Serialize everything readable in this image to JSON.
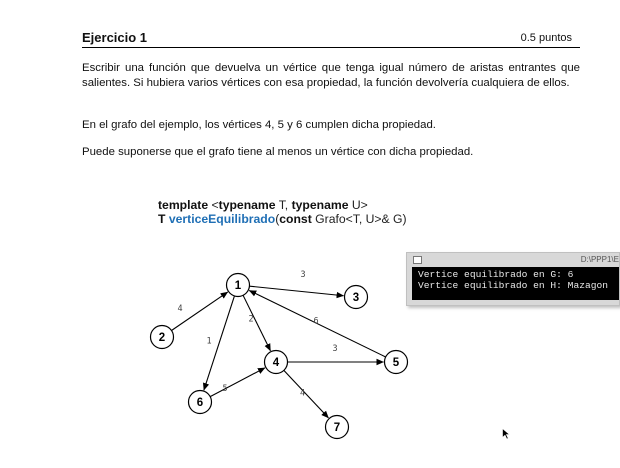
{
  "header": {
    "title": "Ejercicio 1",
    "points": "0.5 puntos"
  },
  "paragraphs": [
    "Escribir una función que devuelva un vértice que tenga igual número de aristas entrantes que salientes. Si hubiera varios vértices con esa propiedad, la función devolvería cualquiera de ellos.",
    "En el grafo del ejemplo, los vértices 4, 5 y 6 cumplen dicha propiedad.",
    "Puede suponerse que el grafo tiene al menos un vértice con dicha propiedad."
  ],
  "code": {
    "line1": {
      "kw1": "template",
      "lt": " <",
      "kw2": "typename",
      "t": " T, ",
      "kw3": "typename",
      "u": " U>"
    },
    "line2": {
      "t": "T ",
      "fn": "verticeEquilibrado",
      "paren": "(",
      "kw": "const",
      "rest": " Grafo<T, U>& G)"
    }
  },
  "graph": {
    "nodes": [
      "1",
      "2",
      "3",
      "4",
      "5",
      "6",
      "7"
    ],
    "edges": [
      {
        "from": "2",
        "to": "1",
        "weight": "4"
      },
      {
        "from": "1",
        "to": "3",
        "weight": "3"
      },
      {
        "from": "1",
        "to": "4",
        "weight": "2"
      },
      {
        "from": "1",
        "to": "6",
        "weight": "1"
      },
      {
        "from": "4",
        "to": "5",
        "weight": "3"
      },
      {
        "from": "5",
        "to": "1",
        "weight": "6"
      },
      {
        "from": "6",
        "to": "4",
        "weight": "5"
      },
      {
        "from": "4",
        "to": "7",
        "weight": "4"
      }
    ]
  },
  "console": {
    "title": "D:\\PPP1\\E",
    "lines": [
      "Vertice equilibrado en G: 6",
      "Vertice equilibrado en H: Mazagon"
    ]
  }
}
